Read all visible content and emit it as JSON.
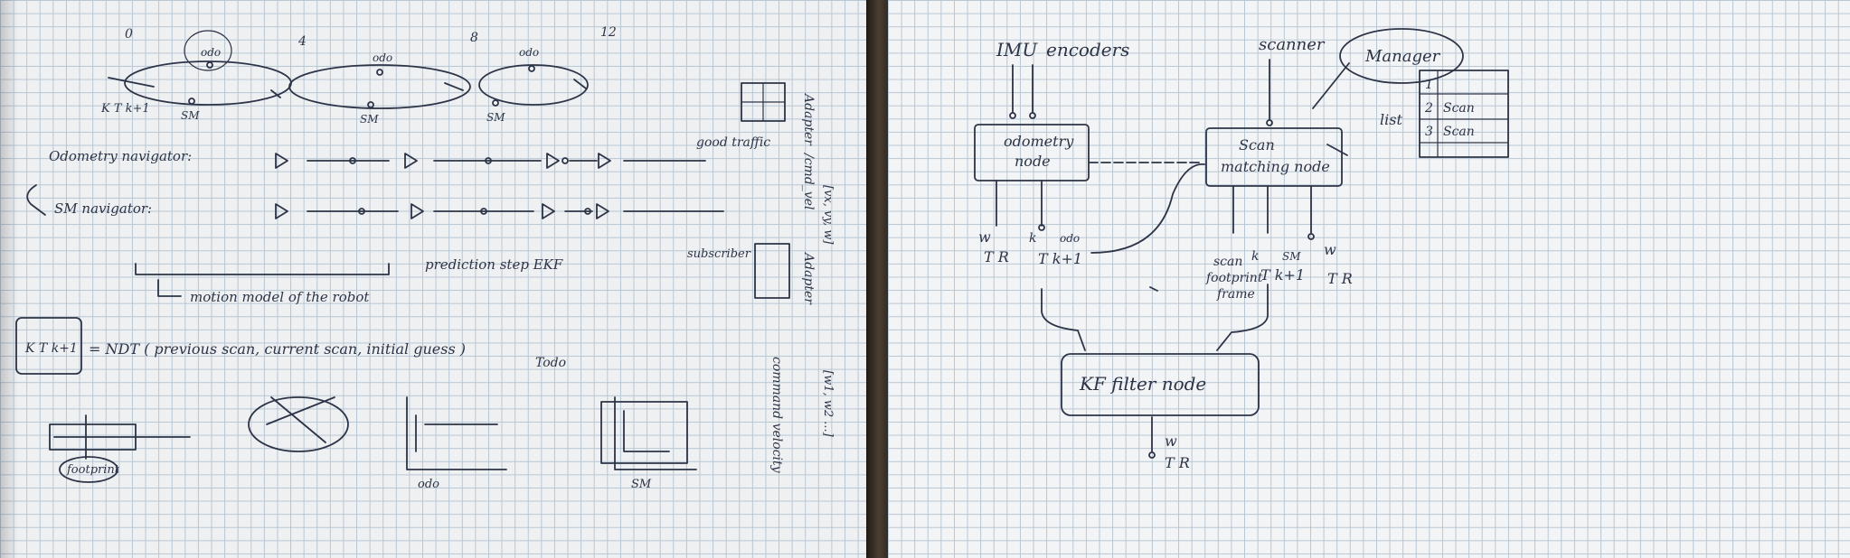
{
  "left_page": {
    "timeline_ticks": [
      "0",
      "4",
      "8",
      "12"
    ],
    "odo_label": "odo",
    "sm_label": "SM",
    "odometry_navigator": "Odometry navigator:",
    "sm_navigator": "SM navigator:",
    "good_traffic": "good traffic",
    "subscriber": "subscriber",
    "cmd_vel": "/cmd_vel",
    "vel_vector": "[vx, vy, w]",
    "adapter": "Adapter",
    "command_velocity": "command velocity",
    "wheel_vector": "[w1, w2 ...]",
    "prediction_step": "prediction step EKF",
    "motion_model": "motion model of the robot",
    "ndt_equation": "= NDT ( previous scan, current scan, initial guess )",
    "footprint": "footprint",
    "todo": "Todo",
    "kf_notation": "K T k+1"
  },
  "right_page": {
    "imu": "IMU",
    "encoders": "encoders",
    "scanner": "scanner",
    "manager": "Manager",
    "list": "list",
    "odometry_node": [
      "odometry",
      "node"
    ],
    "scan_matching_node": [
      "Scan",
      "matching node"
    ],
    "scan_footprint_frame": [
      "scan",
      "footprint",
      "frame"
    ],
    "kf_filter_node": "KF filter node",
    "table_rows": [
      {
        "index": "1",
        "value": ""
      },
      {
        "index": "2",
        "value": "Scan"
      },
      {
        "index": "3",
        "value": "Scan"
      }
    ],
    "math_w": "w",
    "math_tr": "T R",
    "math_k": "k",
    "math_tk1": "T k+1",
    "math_odo": "odo",
    "math_sm": "SM"
  }
}
